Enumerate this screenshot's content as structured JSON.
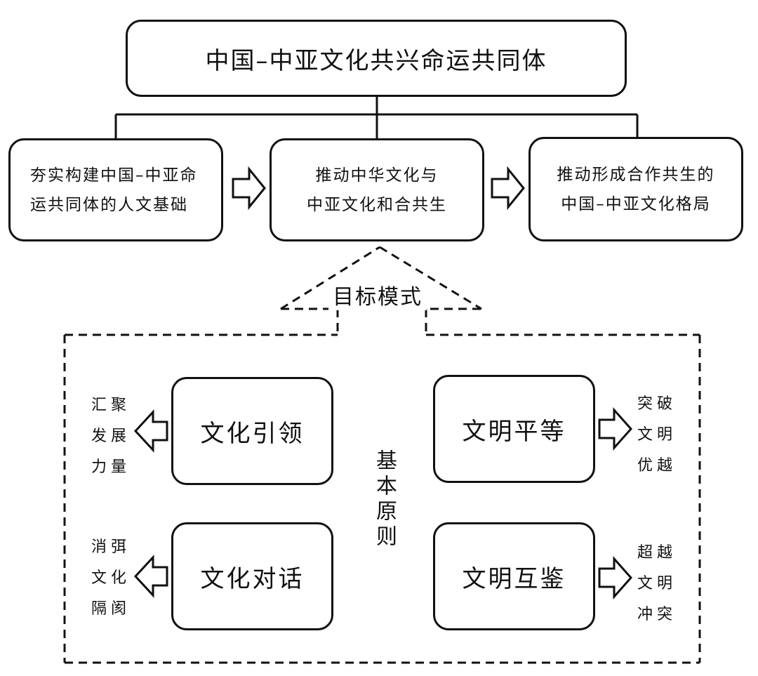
{
  "title": "中国–中亚文化共兴命运共同体",
  "steps": [
    {
      "label": "夯实构建中国–中亚命运共同体的人文基础"
    },
    {
      "label": "推动中华文化与\n中亚文化和合共生"
    },
    {
      "label": "推动形成合作共生的\n中国–中亚文化格局"
    }
  ],
  "goal_label": "目标模式",
  "principles_label": "基本原则",
  "principles": [
    {
      "label": "文化引领",
      "outcome": "汇聚\n发展\n力量"
    },
    {
      "label": "文明平等",
      "outcome": "突破\n文明\n优越"
    },
    {
      "label": "文化对话",
      "outcome": "消弭\n文化\n隔阂"
    },
    {
      "label": "文明互鉴",
      "outcome": "超越\n文明\n冲突"
    }
  ],
  "colors": {
    "stroke": "#111111",
    "background": "#ffffff"
  }
}
